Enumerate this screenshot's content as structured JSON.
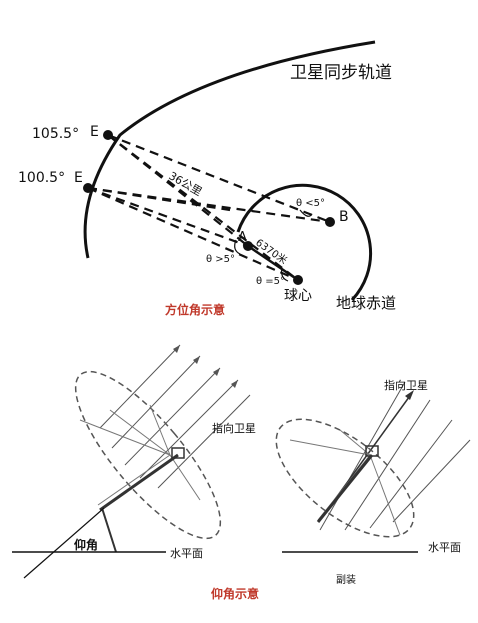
{
  "top": {
    "orbit_label": "卫星同步轨道",
    "e1_longitude": "105.5°",
    "e2_longitude": "100.5°",
    "e_label_1": "E",
    "e_label_2": "E",
    "point_a": "A",
    "point_b": "B",
    "distance_label": "36公里",
    "radius_label": "6370米",
    "angle_lt5_top": "θ <5°",
    "angle_gt5": "θ >5°",
    "angle_eq5": "θ =5°",
    "center_label": "球心",
    "equator_label": "地球赤道",
    "caption": "方位角示意"
  },
  "bottom": {
    "left_pointer_label": "指向卫星",
    "right_pointer_label": "指向卫星",
    "elevation_label": "仰角",
    "horizontal_left": "水平面",
    "horizontal_right": "水平面",
    "sub_label": "副装",
    "caption": "仰角示意"
  }
}
